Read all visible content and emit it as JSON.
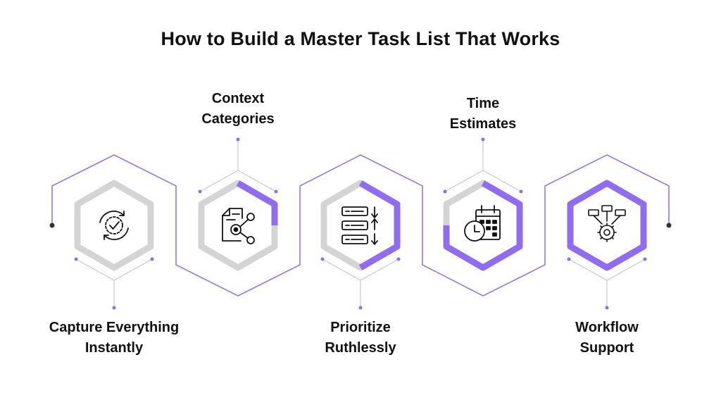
{
  "title": "How to Build a Master Task List That Works",
  "steps": [
    {
      "label_line1": "Capture Everything",
      "label_line2": "Instantly",
      "icon": "refresh-check-icon",
      "progress": 0
    },
    {
      "label_line1": "Context",
      "label_line2": "Categories",
      "icon": "document-share-icon",
      "progress": 0.25
    },
    {
      "label_line1": "Prioritize",
      "label_line2": "Ruthlessly",
      "icon": "sort-list-icon",
      "progress": 0.5
    },
    {
      "label_line1": "Time",
      "label_line2": "Estimates",
      "icon": "calendar-clock-icon",
      "progress": 0.75
    },
    {
      "label_line1": "Workflow",
      "label_line2": "Support",
      "icon": "gear-network-icon",
      "progress": 1
    }
  ],
  "colors": {
    "accent": "#8F6CF0",
    "track": "#D4D4D4",
    "outline": "#8F6CF0",
    "connector": "#C9C9C9",
    "text": "#111111"
  }
}
